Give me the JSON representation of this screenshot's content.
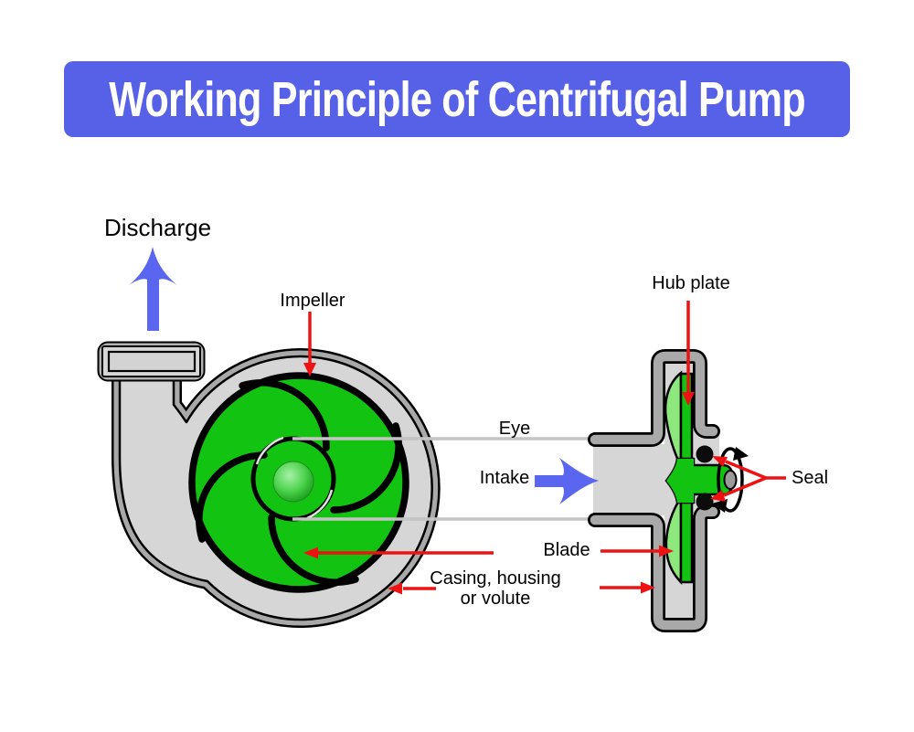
{
  "title": "Working Principle of Centrifugal Pump",
  "labels": {
    "discharge": "Discharge",
    "impeller": "Impeller",
    "hub_plate": "Hub plate",
    "eye": "Eye",
    "intake": "Intake",
    "seal": "Seal",
    "blade": "Blade",
    "casing_line1": "Casing, housing",
    "casing_line2": "or volute"
  },
  "colors": {
    "banner_blue": "#5661e8",
    "arrow_blue": "#5a66ef",
    "pointer_red": "#ee1212",
    "impeller_green": "#12c312",
    "blade_light_green": "#8ce87c",
    "casing_gray": "#d6d6d6",
    "casing_band_gray": "#a9a9a9",
    "sight_line_gray": "#c4c4c4",
    "outline_black": "#000000",
    "background": "#ffffff",
    "title_text": "#ffffff",
    "label_text": "#000000"
  }
}
